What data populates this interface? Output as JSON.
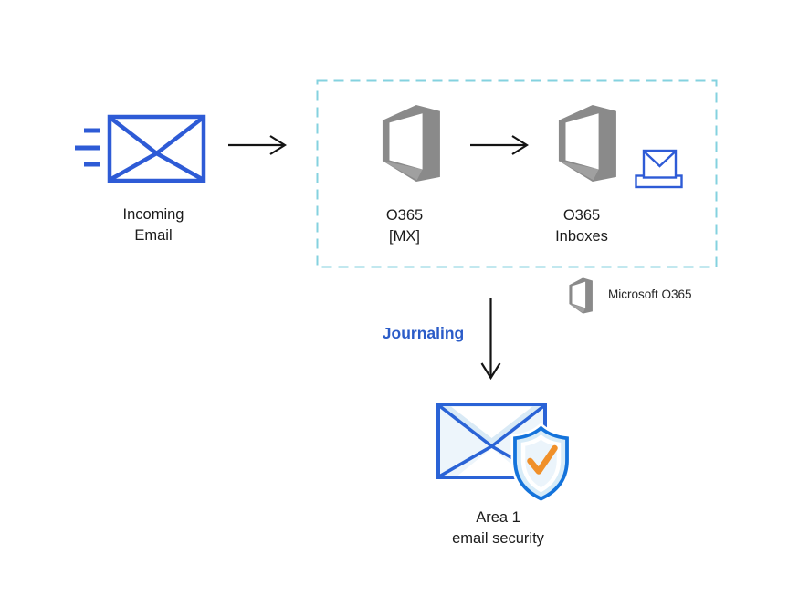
{
  "diagram": {
    "incoming_email": {
      "line1": "Incoming",
      "line2": "Email"
    },
    "o365_mx": {
      "line1": "O365",
      "line2": "[MX]"
    },
    "o365_inboxes": {
      "line1": "O365",
      "line2": "Inboxes"
    },
    "area1": {
      "line1": "Area 1",
      "line2": "email security"
    },
    "journaling_label": "Journaling",
    "legend_label": "Microsoft O365"
  },
  "colors": {
    "icon-blue": "#2E5BD6",
    "journaling-blue": "#2B5CC8",
    "dash-teal": "#84D2DF",
    "logo-gray": "#8A8A8A",
    "logo-gray-light": "#A0A0A0",
    "area1-blue": "#2A63D6",
    "shield-blue": "#1473DB",
    "flap-fill": "#D9EAF6",
    "envelope-fill": "#EDF5FB",
    "shield-fill": "#D8ECF8",
    "shield-inner-fill": "#EBF4FB",
    "check-orange": "#F0902A",
    "arrow-dark": "#141414",
    "text-dark": "#1B1B1B"
  }
}
